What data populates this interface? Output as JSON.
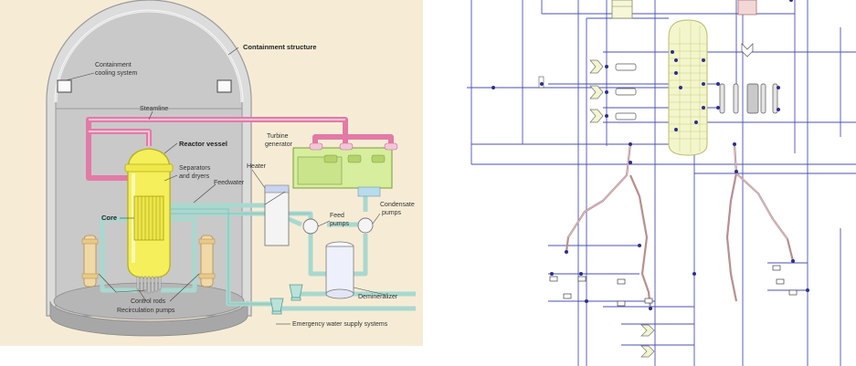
{
  "left_diagram": {
    "labels": {
      "containment_structure": "Containment structure",
      "containment_cooling_1": "Containment",
      "containment_cooling_2": "cooling system",
      "steamline": "Steamline",
      "reactor_vessel": "Reactor vessel",
      "turbine_1": "Turbine",
      "turbine_2": "generator",
      "separators_1": "Separators",
      "separators_2": "and dryers",
      "heater": "Heater",
      "feedwater": "Feedwater",
      "core": "Core",
      "condensate_1": "Condensate",
      "condensate_2": "pumps",
      "feed_1": "Feed",
      "feed_2": "pumps",
      "demineralizer": "Demineralizer",
      "control_rods": "Control rods",
      "recirculation_pumps": "Recirculation pumps",
      "emergency_water": "Emergency water supply systems"
    },
    "colors": {
      "background": "#f6ecd6",
      "containment_wall": "#dadada",
      "containment_interior": "#cfcfcf",
      "reactor_vessel": "#f4ef5a",
      "steamline": "#e37aa6",
      "water_pipe": "#a9d8cf",
      "turbine": "#d6ee9d",
      "recirc_pump": "#f0d9a6",
      "demineralizer": "#eef0fb"
    }
  },
  "right_diagram": {
    "colors": {
      "line": "#4a4fb8",
      "dot": "#2b2f8f",
      "column_fill": "#f3f6cc",
      "column_stroke": "#b8bc66",
      "pipe": "#b78f8f"
    }
  }
}
